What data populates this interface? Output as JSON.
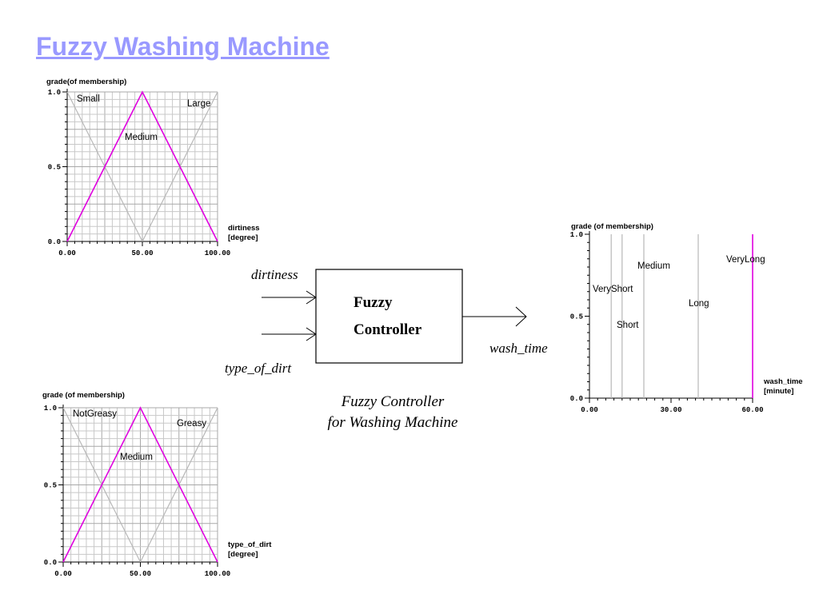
{
  "title": "Fuzzy Washing Machine",
  "controller": {
    "box_line1": "Fuzzy",
    "box_line2": "Controller",
    "input1": "dirtiness",
    "input2": "type_of_dirt",
    "output": "wash_time",
    "caption_line1": "Fuzzy Controller",
    "caption_line2": "for Washing Machine"
  },
  "colors": {
    "title": "#9999ff",
    "active": "#e000e0",
    "inactive": "#b8b8b8",
    "grid": "#c8c8c8"
  },
  "chart_data": [
    {
      "id": "dirtiness",
      "type": "line",
      "ylabel": "grade(of membership)",
      "xlabel": [
        "dirtiness",
        "[degree]"
      ],
      "xticks": [
        "0.00",
        "50.00",
        "100.00"
      ],
      "yticks": [
        "0.0",
        "0.5",
        "1.0"
      ],
      "xlim": [
        0,
        100
      ],
      "ylim": [
        0,
        1
      ],
      "grid": true,
      "series": [
        {
          "name": "Small",
          "x": [
            0,
            50
          ],
          "y": [
            1,
            0
          ],
          "active": false
        },
        {
          "name": "Medium",
          "x": [
            0,
            50,
            100
          ],
          "y": [
            0,
            1,
            0
          ],
          "active": true
        },
        {
          "name": "Large",
          "x": [
            50,
            100
          ],
          "y": [
            0,
            1
          ],
          "active": false
        }
      ]
    },
    {
      "id": "type_of_dirt",
      "type": "line",
      "ylabel": "grade (of membership)",
      "xlabel": [
        "type_of_dirt",
        "[degree]"
      ],
      "xticks": [
        "0.00",
        "50.00",
        "100.00"
      ],
      "yticks": [
        "0.0",
        "0.5",
        "1.0"
      ],
      "xlim": [
        0,
        100
      ],
      "ylim": [
        0,
        1
      ],
      "grid": true,
      "series": [
        {
          "name": "NotGreasy",
          "x": [
            0,
            50
          ],
          "y": [
            1,
            0
          ],
          "active": false
        },
        {
          "name": "Medium",
          "x": [
            0,
            50,
            100
          ],
          "y": [
            0,
            1,
            0
          ],
          "active": true
        },
        {
          "name": "Greasy",
          "x": [
            50,
            100
          ],
          "y": [
            0,
            1
          ],
          "active": false
        }
      ]
    },
    {
      "id": "wash_time",
      "type": "line",
      "ylabel": "grade (of membership)",
      "xlabel": [
        "wash_time",
        "[minute]"
      ],
      "xticks": [
        "0.00",
        "30.00",
        "60.00"
      ],
      "yticks": [
        "0.0",
        "0.5",
        "1.0"
      ],
      "xlim": [
        0,
        60
      ],
      "ylim": [
        0,
        1
      ],
      "grid": false,
      "series": [
        {
          "name": "VeryShort",
          "x": [
            8,
            8
          ],
          "y": [
            0,
            1
          ],
          "active": false
        },
        {
          "name": "Short",
          "x": [
            12,
            12
          ],
          "y": [
            0,
            1
          ],
          "active": false
        },
        {
          "name": "Medium",
          "x": [
            20,
            20
          ],
          "y": [
            0,
            1
          ],
          "active": false
        },
        {
          "name": "Long",
          "x": [
            40,
            40
          ],
          "y": [
            0,
            1
          ],
          "active": false
        },
        {
          "name": "VeryLong",
          "x": [
            60,
            60
          ],
          "y": [
            0,
            1
          ],
          "active": true
        }
      ]
    }
  ]
}
